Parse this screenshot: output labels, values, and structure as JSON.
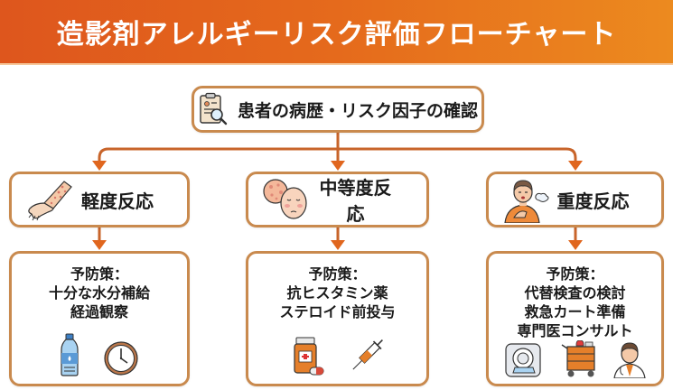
{
  "header": {
    "title": "造影剤アレルギーリスク評価フローチャート"
  },
  "colors": {
    "header_gradient_start": "#de561d",
    "header_gradient_end": "#ec8a1f",
    "box_border": "#c98a4e",
    "connector": "#c8642a",
    "arrowhead": "#e0661e"
  },
  "start_node": {
    "label": "患者の病歴・リスク因子の確認",
    "icon": "clipboard-search-icon"
  },
  "branches": [
    {
      "severity": "軽度反応",
      "icon": "rash-arm-icon",
      "prevention_title": "予防策：",
      "prevention_lines": [
        "十分な水分補給",
        "経過観察"
      ],
      "prevention_icons": [
        "water-bottle-icon",
        "clock-icon"
      ]
    },
    {
      "severity": "中等度反応",
      "icon": "hives-face-icon",
      "prevention_title": "予防策：",
      "prevention_lines": [
        "抗ヒスタミン薬",
        "ステロイド前投与"
      ],
      "prevention_icons": [
        "medicine-bottle-icon",
        "syringe-icon"
      ]
    },
    {
      "severity": "重度反応",
      "icon": "breathing-difficulty-person-icon",
      "prevention_title": "予防策：",
      "prevention_lines": [
        "代替検査の検討",
        "救急カート準備",
        "専門医コンサルト"
      ],
      "prevention_icons": [
        "ct-scanner-icon",
        "crash-cart-icon",
        "doctor-icon"
      ]
    }
  ]
}
